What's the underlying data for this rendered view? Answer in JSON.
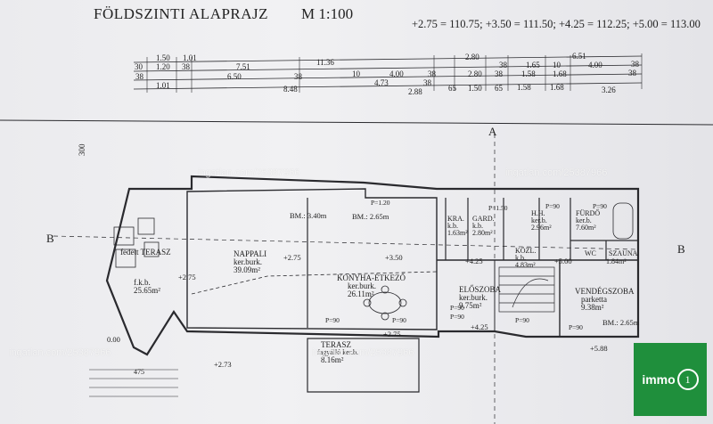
{
  "header": {
    "title": "FÖLDSZINTI ALAPRAJZ",
    "scale": "M 1:100",
    "levels": "+2.75 = 110.75;   +3.50 = 111.50;   +4.25 = 112.25;   +5.00 = 113.00"
  },
  "watermark": "ingatlan.com/25387966",
  "logo": {
    "text": "immo",
    "mark": "1"
  },
  "dimension_rows": [
    [
      "1.50",
      "1.01",
      "2.80",
      "6.51"
    ],
    [
      "30",
      "1.20",
      "38",
      "7.51",
      "11.36",
      "10",
      "4.00",
      "38",
      "38",
      "1.65",
      "10",
      "4.00",
      "38"
    ],
    [
      "38",
      "6.50",
      "38",
      "4.73",
      "38",
      "2.80",
      "38",
      "1.58",
      "1.68",
      "38"
    ],
    [
      "1.01",
      "8.48",
      "2.88",
      "65",
      "1.50",
      "65",
      "1.58",
      "1.68",
      "3.26"
    ]
  ],
  "rooms": [
    {
      "name": "NAPPALI",
      "floor": "ker.burk.",
      "area": "39.09m²"
    },
    {
      "name": "KONYHA-ÉTKEZŐ",
      "floor": "ker.burk.",
      "area": "26.11m²"
    },
    {
      "name": "KRA.",
      "floor": "k.b.",
      "area": "1.63m²"
    },
    {
      "name": "GARD.",
      "floor": "k.b.",
      "area": "2.80m²"
    },
    {
      "name": "H.H.",
      "floor": "ker.b.",
      "area": "2.96m²"
    },
    {
      "name": "FÜRDŐ",
      "floor": "ker.b.",
      "area": "7.60m²"
    },
    {
      "name": "KÖZL.",
      "floor": "k.b.",
      "area": "4.83m²"
    },
    {
      "name": "WC",
      "floor": "",
      "area": ""
    },
    {
      "name": "SZAUNA",
      "floor": "",
      "area": "1.84m²"
    },
    {
      "name": "ELŐSZOBA",
      "floor": "ker.burk.",
      "area": "9.75m²"
    },
    {
      "name": "VENDÉGSZOBA",
      "floor": "parketta",
      "area": "9.38m²"
    },
    {
      "name": "fedett TERASZ",
      "floor": "f.k.b.",
      "area": "25.65m²"
    },
    {
      "name": "TERASZ",
      "floor": "fagyálló ker.b.",
      "area": "8.16m²"
    }
  ],
  "labels": {
    "bm1": "BM.: 3.40m",
    "bm2": "BM.: 2.65m",
    "bm3": "BM.: 2.65m",
    "lv275": "+2.75",
    "lv350": "+3.50",
    "lv425": "+4.25",
    "lv500": "+5.00",
    "lv425b": "+4.25",
    "lv588": "+5.88",
    "lv000": "0.00",
    "lv273": "+2.73",
    "lv275b": "+2.75",
    "lv275c": "+2.75",
    "p425": "475",
    "p90a": "P=90",
    "p90b": "P=90",
    "p90c": "P=90",
    "p90d": "P=90",
    "p90e": "P=90",
    "p90f": "P=90",
    "p90g": "P=90",
    "p90h": "P=90",
    "p120": "P=1.20",
    "p150": "P=1.50",
    "secA": "A",
    "secB1": "B",
    "secB2": "B",
    "side300": "300"
  },
  "colors": {
    "ink": "#2a2a2e",
    "paper": "#eeeef1",
    "logo": "#1f8f3c"
  }
}
